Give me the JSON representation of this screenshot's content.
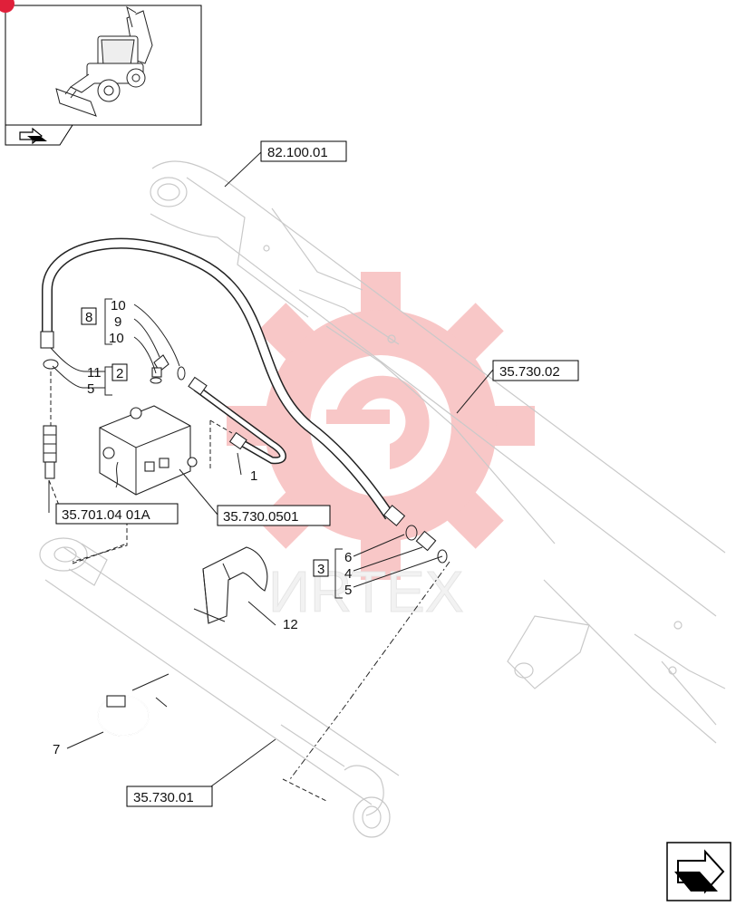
{
  "references": {
    "boom": "82.100.01",
    "arm_circuit": "35.730.02",
    "control_valve": "35.701.04 01A",
    "valve_line": "35.730.0501",
    "cylinder": "35.730.01"
  },
  "kits": {
    "kit_8": "8",
    "kit_2": "2",
    "kit_3": "3"
  },
  "callouts": {
    "item_10a": "10",
    "item_9": "9",
    "item_10b": "10",
    "item_11": "11",
    "item_5a": "5",
    "item_1": "1",
    "item_6": "6",
    "item_4": "4",
    "item_5b": "5",
    "item_12": "12",
    "item_7": "7"
  },
  "watermark": {
    "text": "ИRTEX",
    "color": "#f08a8a"
  },
  "icons": {
    "thumbnail": "backhoe-loader-thumbnail",
    "nav_prev": "page-back-arrow-icon",
    "nav_next": "next-page-arrow-icon"
  },
  "colors": {
    "line": "#222222",
    "ghost_line": "#c9c9c9",
    "watermark": "#f08a8a"
  }
}
